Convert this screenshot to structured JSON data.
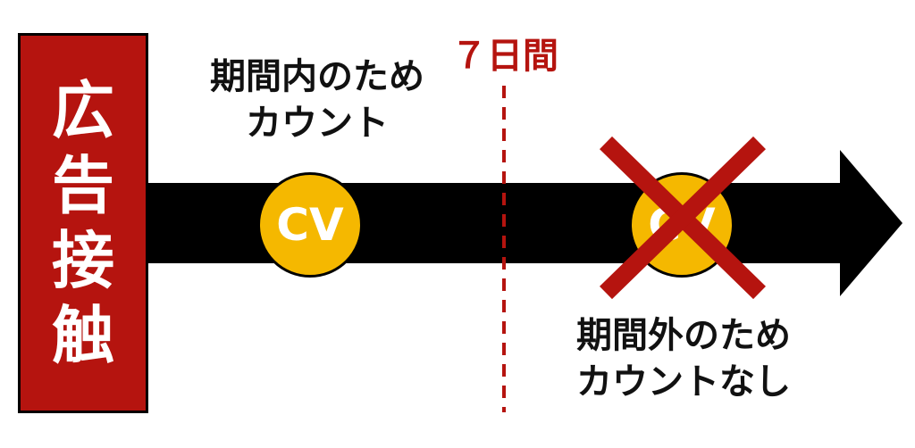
{
  "ad_box": {
    "chars": [
      "広",
      "告",
      "接",
      "触"
    ]
  },
  "period_label": "７日間",
  "in_label": {
    "line1": "期間内のため",
    "line2": "カウント"
  },
  "out_label": {
    "line1": "期間外のため",
    "line2": "カウントなし"
  },
  "cv_in": "CV",
  "cv_out": "CV",
  "colors": {
    "red": "#b5140f",
    "yellow": "#f5b800",
    "black": "#000000"
  }
}
